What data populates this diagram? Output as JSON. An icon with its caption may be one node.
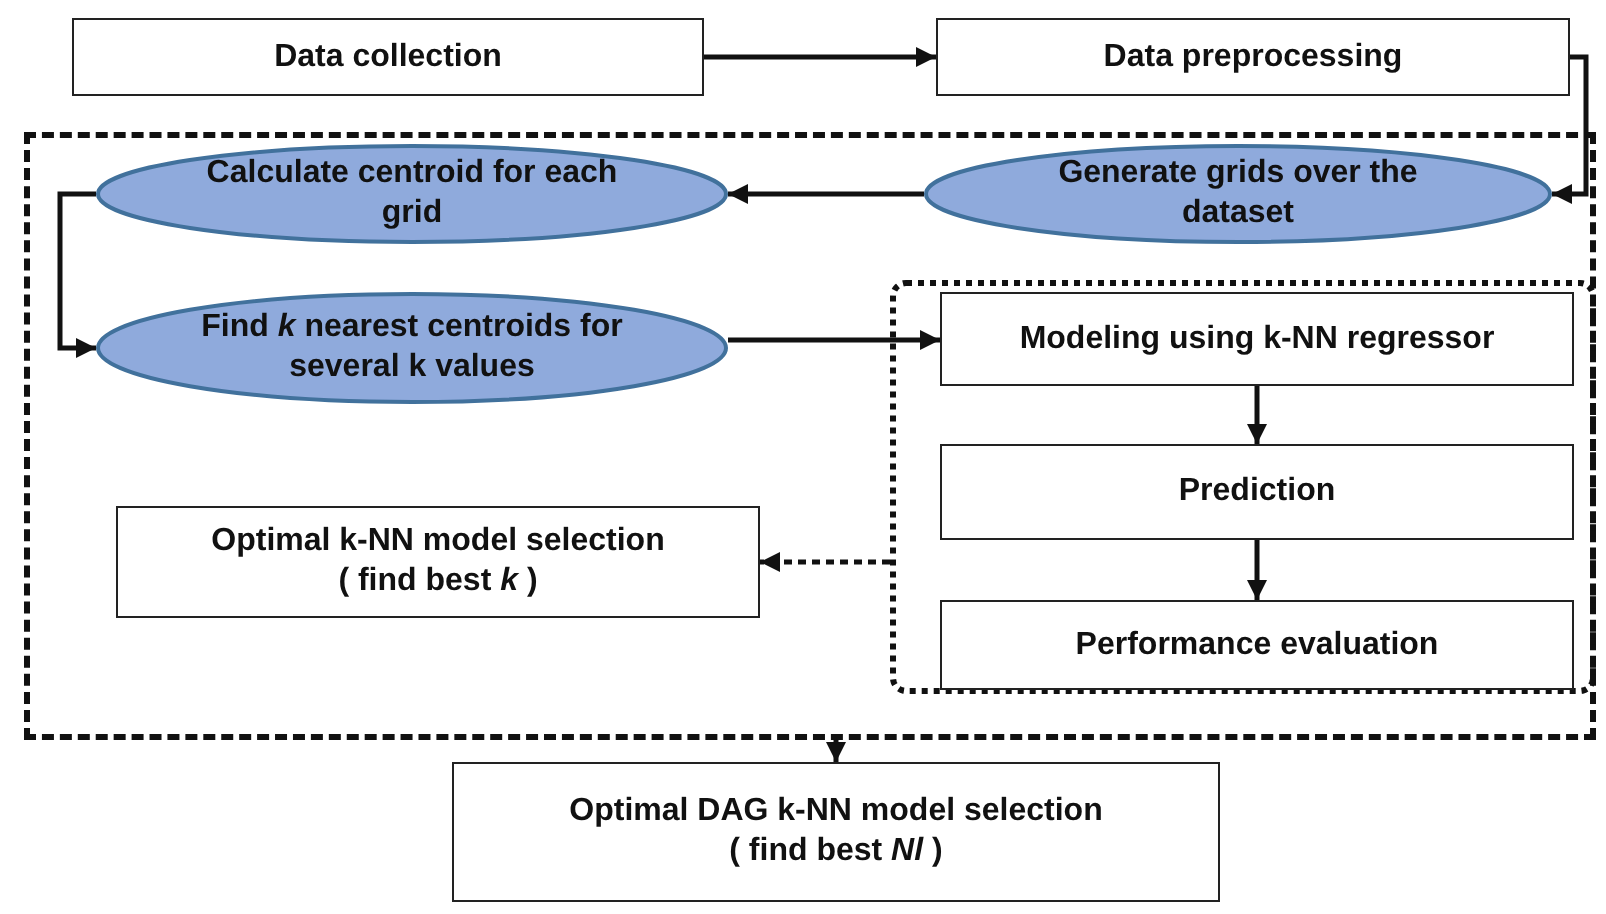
{
  "diagram": {
    "nodes": [
      {
        "text": [
          "Data collection"
        ]
      },
      {
        "text": [
          "Data preprocessing"
        ]
      },
      {
        "text": [],
        "shape": "box"
      },
      {
        "text": [
          "Calculate centroid for each grid"
        ],
        "in": 2
      },
      {
        "text": [
          "Generate grids over the dataset"
        ],
        "in": 2
      },
      {
        "text": [
          "Find *k* nearest centroids for several k values"
        ],
        "in": 2
      },
      {
        "text": [],
        "shape": "box",
        "in": 2
      },
      {
        "text": [
          "Modeling using k-NN regressor"
        ],
        "in": 6
      },
      {
        "text": [
          "Prediction"
        ],
        "in": 6
      },
      {
        "text": [
          "Performance evaluation"
        ],
        "in": 6
      },
      {
        "text": [
          "Optimal k-NN model selection",
          "( find best *k* )"
        ],
        "in": 2
      },
      {
        "text": [
          "Optimal DAG k-NN model selection",
          "( find best *Nl* )"
        ]
      }
    ],
    "edges": [
      {
        "from": 0,
        "to": 1,
        "arrow": "to"
      },
      {
        "from": 1,
        "to": 4,
        "arrow": "to"
      },
      {
        "from": 4,
        "to": 3,
        "arrow": "to"
      },
      {
        "from": 3,
        "to": 5,
        "arrow": "to"
      },
      {
        "from": 5,
        "to": 7,
        "arrow": "to"
      },
      {
        "from": 7,
        "to": 8,
        "arrow": "to"
      },
      {
        "from": 8,
        "to": 9,
        "arrow": "to"
      },
      {
        "from": 6,
        "to": 10,
        "arrow": "to",
        "style": "dashed"
      },
      {
        "from": 2,
        "to": 11,
        "arrow": "to",
        "style": "dashed"
      }
    ]
  }
}
